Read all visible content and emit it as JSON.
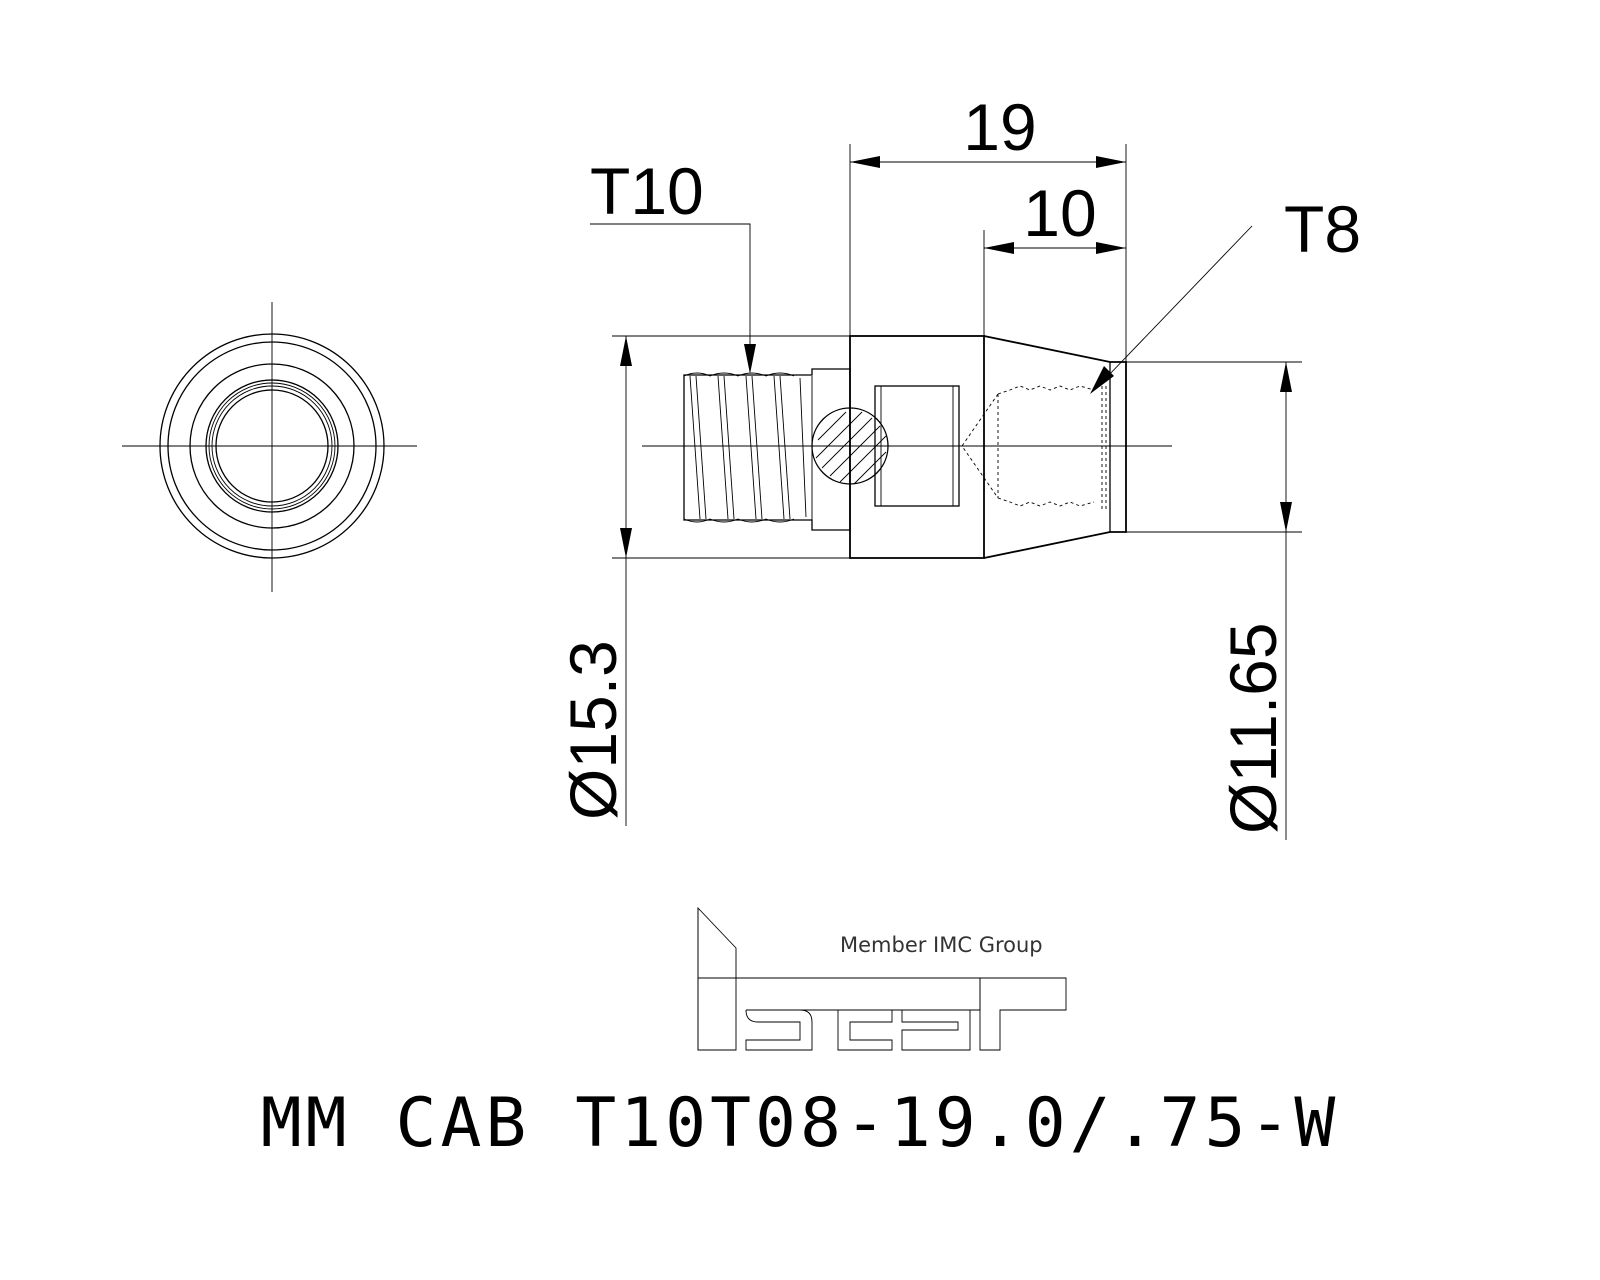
{
  "dimensions": {
    "overall_length": "19",
    "cone_length": "10",
    "large_diameter": "Ø15.3",
    "small_diameter": "Ø11.65"
  },
  "callouts": {
    "thread_left": "T10",
    "thread_right": "T8"
  },
  "logo": {
    "brand": "iscar",
    "member_text": "Member IMC Group"
  },
  "part_number": "MM CAB T10T08-19.0/.75-W"
}
